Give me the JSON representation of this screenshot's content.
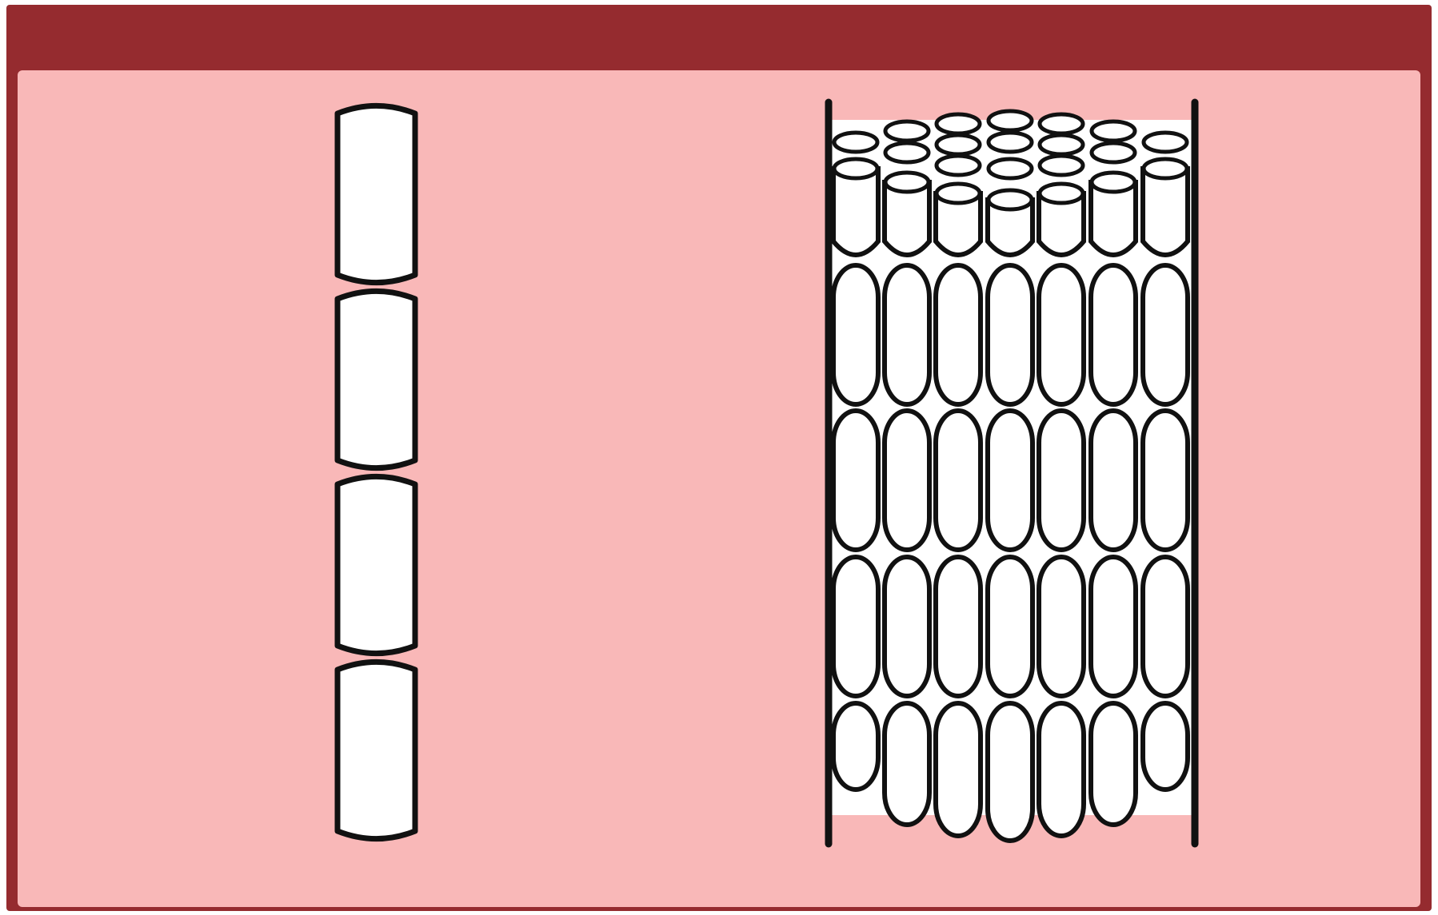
{
  "colors": {
    "header": "#952b2f",
    "panel": "#f9b8b8",
    "cell_fill": "#ffffff",
    "outline": "#111111"
  },
  "figure": {
    "left_structure": {
      "description_icon": "single-file-cell-column",
      "cell_count": 4
    },
    "right_structure": {
      "description_icon": "bundled-cell-column",
      "columns": 7,
      "rows": 5
    }
  }
}
